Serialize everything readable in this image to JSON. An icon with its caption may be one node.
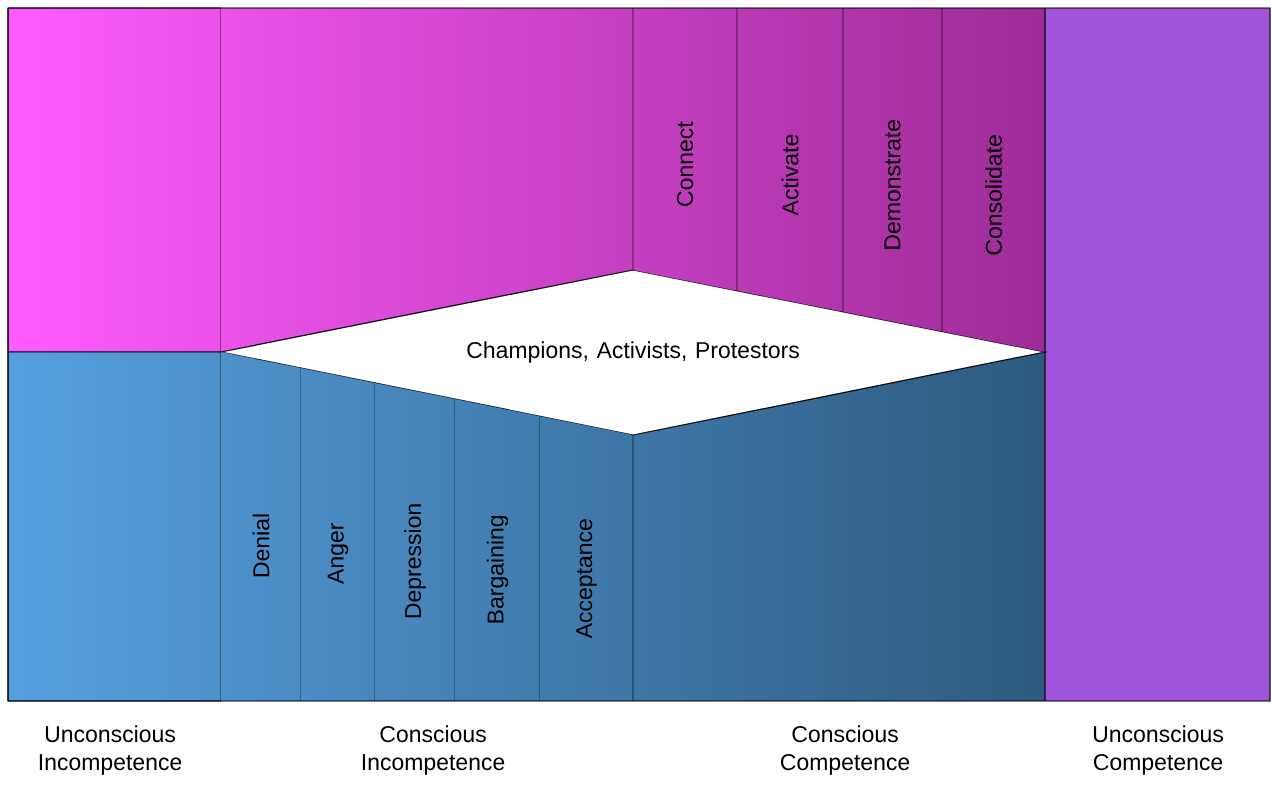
{
  "diagram": {
    "nodes": [
      {
        "text": [
          "Champions, Activists, Protestors"
        ]
      },
      {
        "text": [
          "Connect"
        ]
      },
      {
        "text": [
          "Activate"
        ]
      },
      {
        "text": [
          "Demonstrate"
        ]
      },
      {
        "text": [
          "Consolidate"
        ]
      },
      {
        "text": [
          "Denial"
        ]
      },
      {
        "text": [
          "Anger"
        ]
      },
      {
        "text": [
          "Depression"
        ]
      },
      {
        "text": [
          "Bargaining"
        ]
      },
      {
        "text": [
          "Acceptance"
        ]
      }
    ],
    "labels": [
      "Unconscious Incompetence",
      "Conscious Incompetence",
      "Conscious Competence",
      "Unconscious Competence"
    ]
  }
}
